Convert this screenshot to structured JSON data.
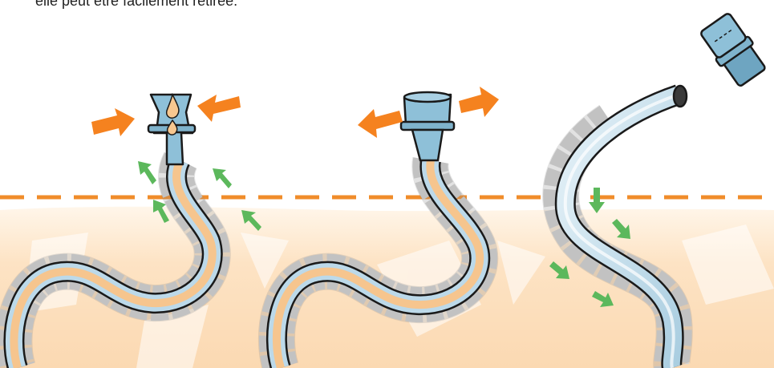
{
  "caption": "elle peut être facilement retirée.",
  "colors": {
    "action_arrow": "#f5821f",
    "flow_arrow": "#5cb85c",
    "skin_line": "#f08c2a",
    "tissue": "#fde3c4",
    "tube_fill": "#bcd9e9",
    "tube_outline": "#1a1a1a",
    "granulation": "#d7d7d7"
  },
  "icons": [
    "orange-press-arrow",
    "green-flow-arrow",
    "liquid-drop"
  ]
}
